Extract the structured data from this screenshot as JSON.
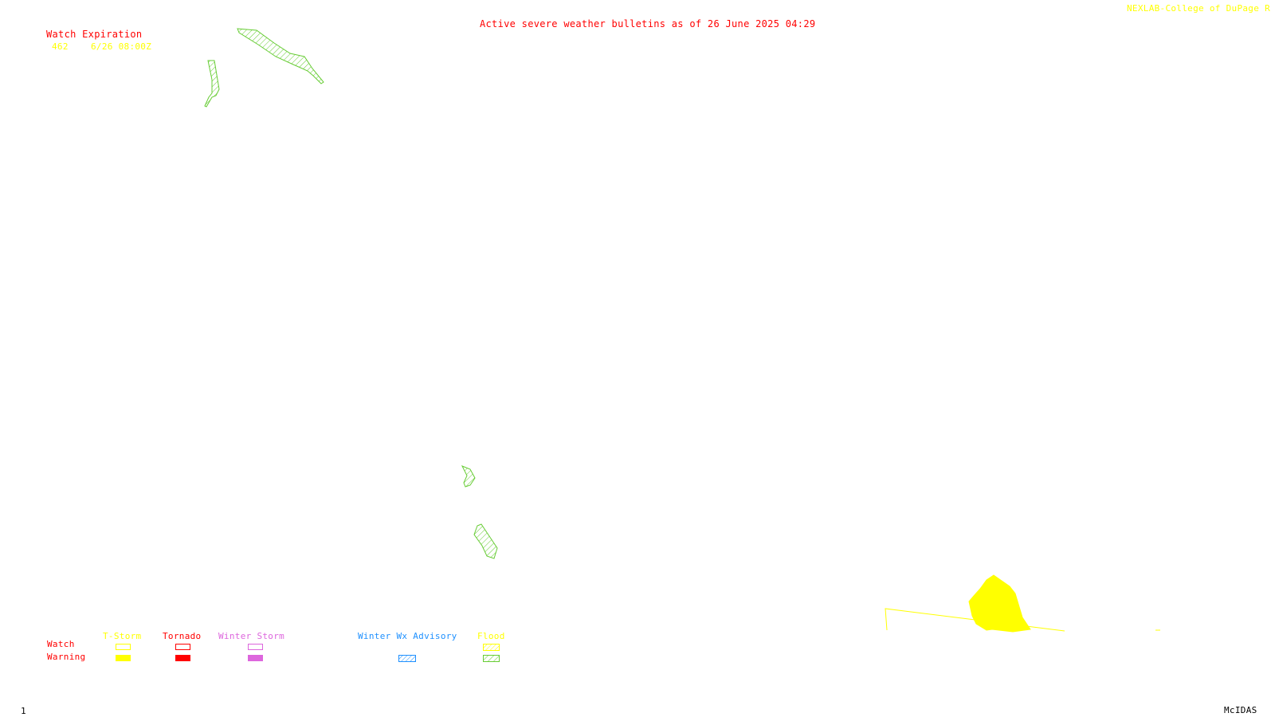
{
  "header": {
    "bulletin_title": "Active severe weather bulletins as of 26 June 2025 04:29",
    "credit": "NEXLAB-College of DuPage R"
  },
  "watch_table": {
    "heading": "Watch Expiration",
    "rows": [
      {
        "number": "462",
        "expiration": "6/26 08:00Z"
      }
    ]
  },
  "legend": {
    "row_labels": {
      "watch": "Watch",
      "warning": "Warning"
    },
    "columns": [
      {
        "name": "T-Storm",
        "color": "#ffff00"
      },
      {
        "name": "Tornado",
        "color": "#ff0000"
      },
      {
        "name": "Winter Storm",
        "color": "#dd66dd"
      },
      {
        "name": "Winter Wx Advisory",
        "color": "#1e90ff"
      },
      {
        "name": "Flood",
        "color": "#66cc33"
      }
    ]
  },
  "footer": {
    "frame_number": "1",
    "software": "McIDAS"
  },
  "colors": {
    "flood": "#66cc33",
    "tstorm": "#ffff00",
    "tornado": "#ff0000",
    "winter_storm": "#dd66dd",
    "winter_advisory": "#1e90ff"
  }
}
